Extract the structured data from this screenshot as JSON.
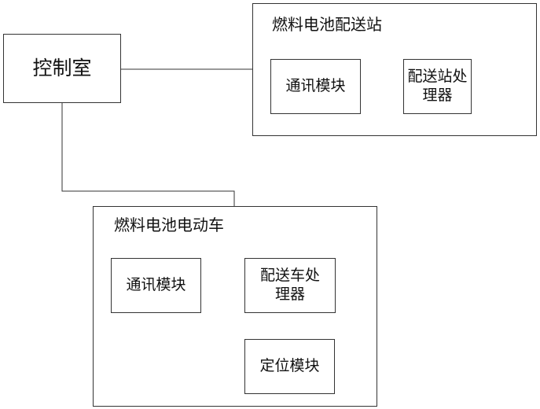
{
  "control_room": {
    "label": "控制室"
  },
  "station": {
    "title": "燃料电池配送站",
    "comm_module": "通讯模块",
    "processor": "配送站处理器"
  },
  "vehicle": {
    "title": "燃料电池电动车",
    "comm_module": "通讯模块",
    "processor": "配送车处理器",
    "positioning_module": "定位模块"
  }
}
